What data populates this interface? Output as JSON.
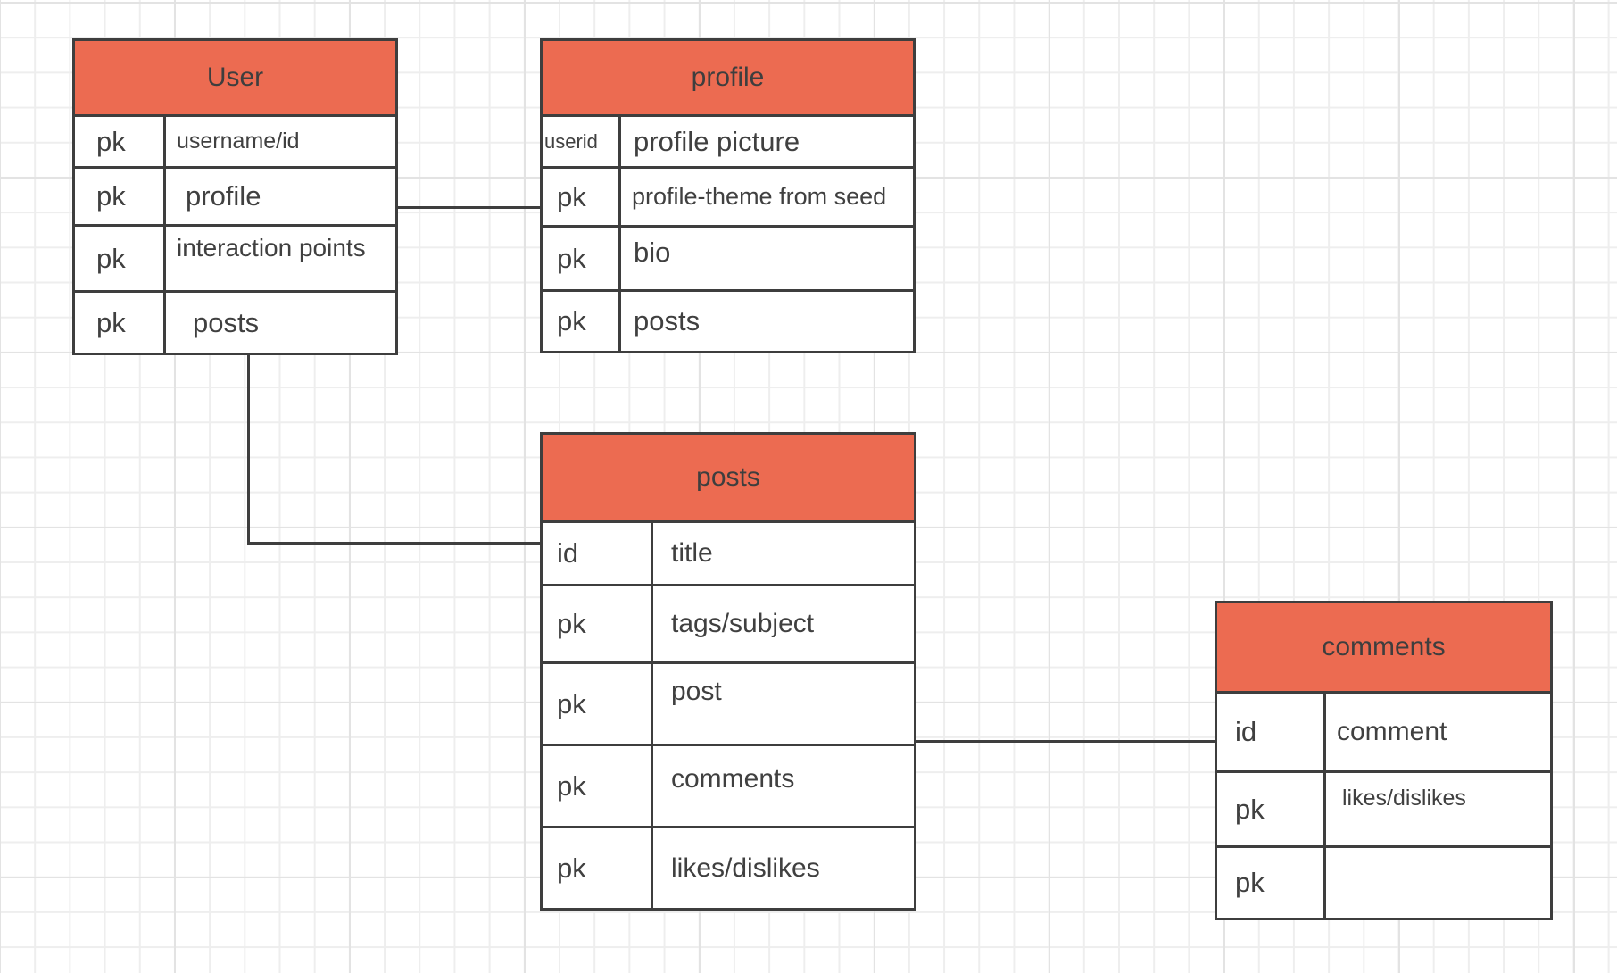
{
  "canvas": {
    "background": "#ffffff",
    "grid_minor_color": "#eeeeee",
    "grid_major_color": "#e3e3e3"
  },
  "colors": {
    "entity_header_fill": "#ec6b51",
    "entity_border": "#3e3e3e",
    "text": "#404040",
    "connector": "#3e3e3e"
  },
  "entities": [
    {
      "title": "User",
      "rows": [
        {
          "key": "pk",
          "value": "username/id"
        },
        {
          "key": "pk",
          "value": "profile"
        },
        {
          "key": "pk",
          "value": "interaction points"
        },
        {
          "key": "pk",
          "value": "posts"
        }
      ]
    },
    {
      "title": "profile",
      "rows": [
        {
          "key": "userid",
          "value": "profile picture"
        },
        {
          "key": "pk",
          "value": "profile-theme from seed"
        },
        {
          "key": "pk",
          "value": "bio"
        },
        {
          "key": "pk",
          "value": "posts"
        }
      ]
    },
    {
      "title": "posts",
      "rows": [
        {
          "key": "id",
          "value": "title"
        },
        {
          "key": "pk",
          "value": "tags/subject"
        },
        {
          "key": "pk",
          "value": "post"
        },
        {
          "key": "pk",
          "value": "comments"
        },
        {
          "key": "pk",
          "value": "likes/dislikes"
        }
      ]
    },
    {
      "title": "comments",
      "rows": [
        {
          "key": "id",
          "value": "comment"
        },
        {
          "key": "pk",
          "value": "likes/dislikes"
        },
        {
          "key": "pk",
          "value": ""
        }
      ]
    }
  ],
  "relationships": [
    {
      "from": "User",
      "to": "profile"
    },
    {
      "from": "User",
      "to": "posts"
    },
    {
      "from": "posts",
      "to": "comments"
    }
  ]
}
